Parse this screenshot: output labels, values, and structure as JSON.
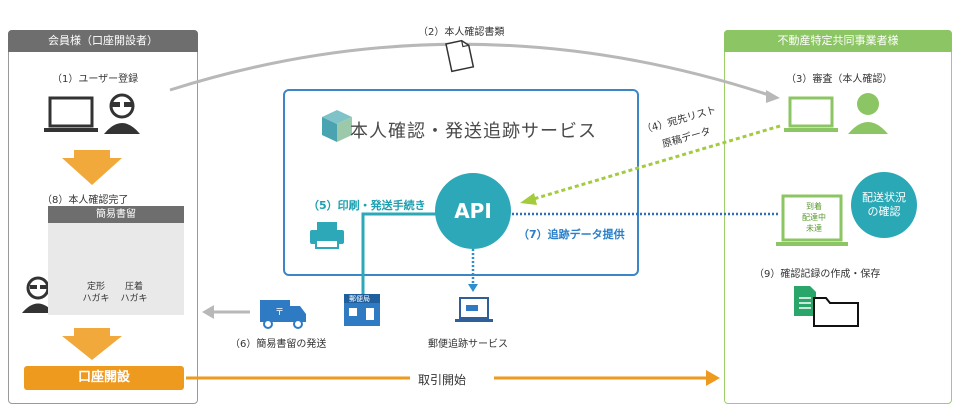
{
  "left_panel": {
    "header": "会員様（口座開設者）",
    "step1": "（1）ユーザー登録",
    "step8": "（8）本人確認完了",
    "kan_header": "簡易書留",
    "card1_line1": "定形",
    "card1_line2": "ハガキ",
    "card2_line1": "圧着",
    "card2_line2": "ハガキ",
    "open_button": "口座開設"
  },
  "right_panel": {
    "header": "不動産特定共同事業者様",
    "step3": "（3）審査（本人確認）",
    "bubble_line1": "配送状況",
    "bubble_line2": "の確認",
    "screen_line1": "到着",
    "screen_line2": "配達中",
    "screen_line3": "未達",
    "step9": "（9）確認記録の作成・保存"
  },
  "center": {
    "logo_text": "本人確認・発送追跡サービス",
    "step5": "（5）印刷・発送手続き",
    "api": "API",
    "step7": "（7）追跡データ提供",
    "post_office": "郵便局",
    "tracking_service": "郵便追跡サービス"
  },
  "flows": {
    "step2": "（2）本人確認書類",
    "step4_line1": "（4）宛先リスト",
    "step4_line2": "原稿データ",
    "step6": "（6）簡易書留の発送",
    "trade_start": "取引開始"
  },
  "colors": {
    "gray_header": "#6e6e6e",
    "green_header": "#8cc563",
    "teal": "#2da8b8",
    "blue": "#3a86c6",
    "orange": "#ee9a1e",
    "lime": "#9ccc3a"
  }
}
